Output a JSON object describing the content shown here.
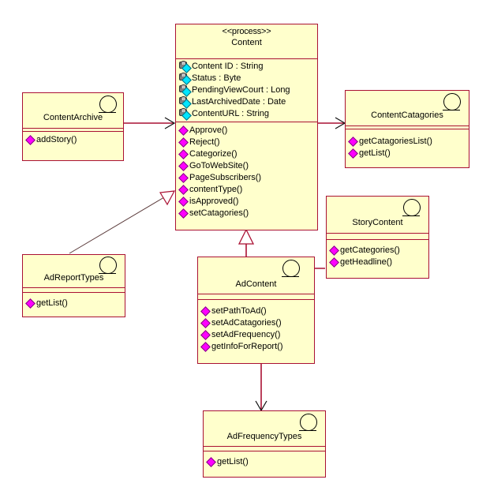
{
  "diagram": {
    "type": "uml-class-diagram",
    "background": "#ffffff",
    "box_fill": "#ffffcc",
    "box_border": "#aa1133",
    "operation_icon_color": "#ff00ff",
    "attribute_icon_color": "#00e5ff",
    "connector_color": "#aa1133"
  },
  "classes": [
    {
      "id": "content",
      "stereotype": "<<process>>",
      "name": "Content",
      "has_lollipop": false,
      "attributes": [
        "Content ID : String",
        "Status : Byte",
        "PendingViewCourt : Long",
        "LastArchivedDate : Date",
        "ContentURL : String"
      ],
      "operations": [
        "Approve()",
        "Reject()",
        "Categorize()",
        "GoToWebSite()",
        "PageSubscribers()",
        "contentType()",
        "isApproved()",
        "setCatagories()"
      ]
    },
    {
      "id": "contentarchive",
      "stereotype": "",
      "name": "ContentArchive",
      "has_lollipop": true,
      "attributes": [],
      "operations": [
        "addStory()"
      ]
    },
    {
      "id": "contentcatagories",
      "stereotype": "",
      "name": "ContentCatagories",
      "has_lollipop": true,
      "attributes": [],
      "operations": [
        "getCatagoriesList()",
        "getList()"
      ]
    },
    {
      "id": "storycontent",
      "stereotype": "",
      "name": "StoryContent",
      "has_lollipop": true,
      "attributes": [],
      "operations": [
        "getCategories()",
        "getHeadline()"
      ]
    },
    {
      "id": "adreporttypes",
      "stereotype": "",
      "name": "AdReportTypes",
      "has_lollipop": true,
      "attributes": [],
      "operations": [
        "getList()"
      ]
    },
    {
      "id": "adcontent",
      "stereotype": "",
      "name": "AdContent",
      "has_lollipop": true,
      "attributes": [],
      "operations": [
        "setPathToAd()",
        "setAdCatagories()",
        "setAdFrequency()",
        "getInfoForReport()"
      ]
    },
    {
      "id": "adfrequencytypes",
      "stereotype": "",
      "name": "AdFrequencyTypes",
      "has_lollipop": true,
      "attributes": [],
      "operations": [
        "getList()"
      ]
    }
  ],
  "connectors": [
    {
      "id": "c1",
      "from": "contentarchive",
      "to": "content",
      "kind": "association-arrow"
    },
    {
      "id": "c2",
      "from": "content",
      "to": "contentcatagories",
      "kind": "association-arrow"
    },
    {
      "id": "c3",
      "from": "adcontent",
      "to": "content",
      "kind": "generalization"
    },
    {
      "id": "c4",
      "from": "adreporttypes",
      "to": "content",
      "kind": "generalization"
    },
    {
      "id": "c5",
      "from": "adcontent",
      "to": "storycontent",
      "kind": "association"
    },
    {
      "id": "c6",
      "from": "adcontent",
      "to": "adfrequencytypes",
      "kind": "association-arrow"
    }
  ]
}
